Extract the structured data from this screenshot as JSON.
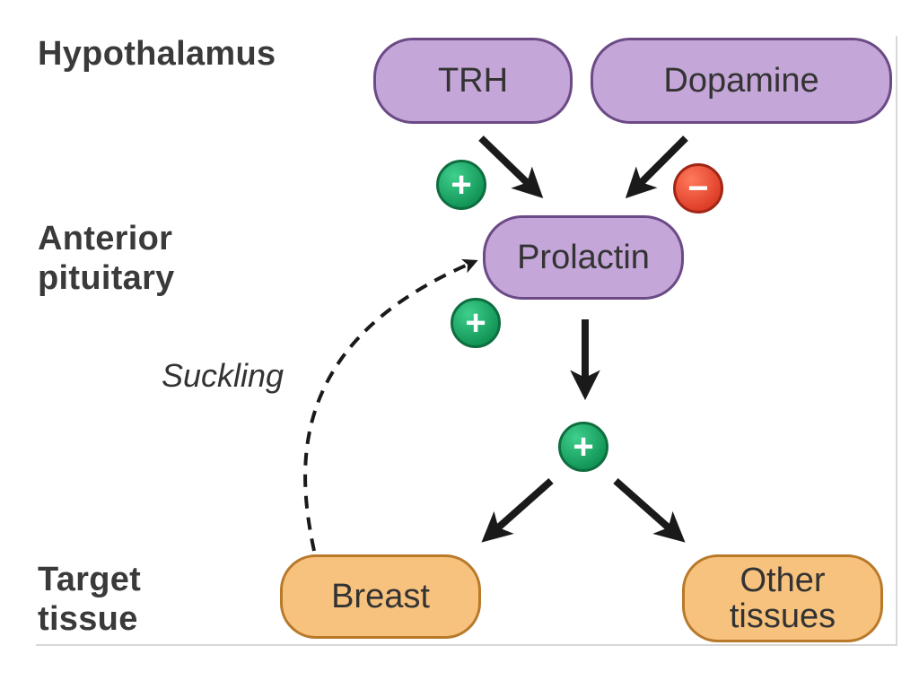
{
  "labels": {
    "hypothalamus": "Hypothalamus",
    "anterior_line1": "Anterior",
    "anterior_line2": "pituitary",
    "target_line1": "Target",
    "target_line2": "tissue"
  },
  "nodes": {
    "trh": "TRH",
    "dopamine": "Dopamine",
    "prolactin": "Prolactin",
    "breast": "Breast",
    "other_line1": "Other",
    "other_line2": "tissues"
  },
  "badges": {
    "plus": "+",
    "minus": "−"
  },
  "edge_labels": {
    "suckling": "Suckling"
  },
  "colors": {
    "hypothalamus_pituitary_nodes": "#c4a6d8",
    "target_nodes": "#f7c27e",
    "stimulate_badge": "#14985a",
    "inhibit_badge": "#e0402a",
    "arrows": "#1a1a1a"
  }
}
